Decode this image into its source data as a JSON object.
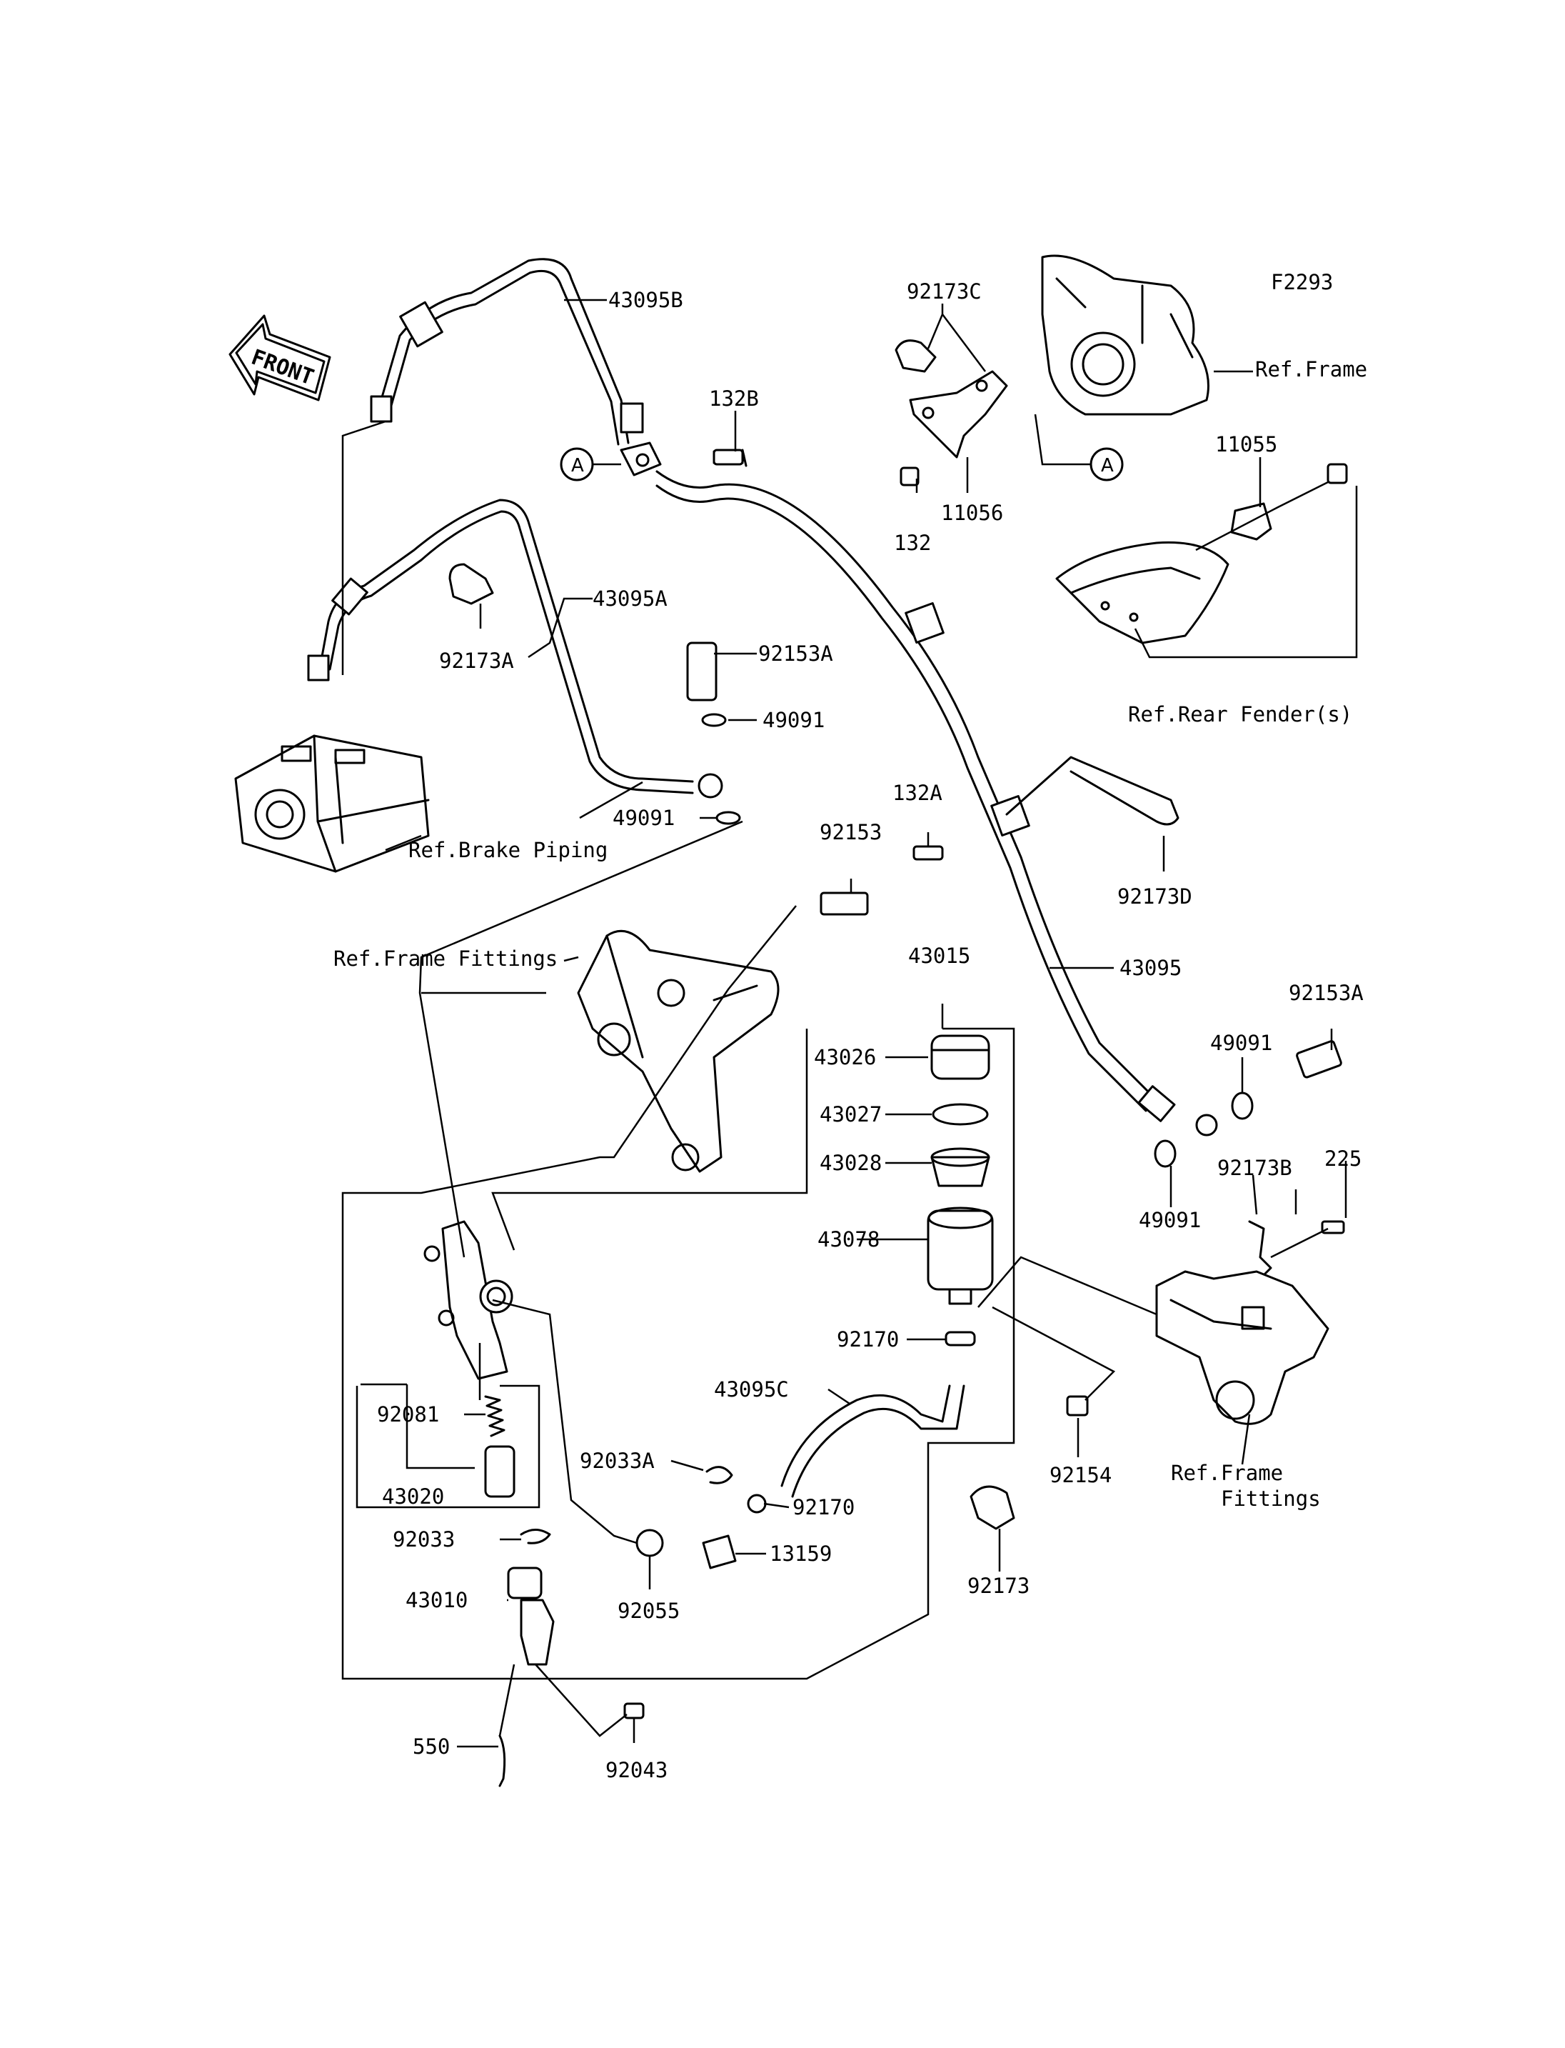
{
  "diagram_id": "F2293",
  "front_label": "FRONT",
  "callout_letter": "A",
  "labels": {
    "p43095B": "43095B",
    "p132B": "132B",
    "p92173C": "92173C",
    "p132": "132",
    "p11056": "11056",
    "p11055": "11055",
    "ref_frame": "Ref.Frame",
    "p43095A": "43095A",
    "p92173A": "92173A",
    "p92153A_top": "92153A",
    "p49091_a": "49091",
    "p49091_b": "49091",
    "ref_rear_fender": "Ref.Rear Fender(s)",
    "ref_brake_piping": "Ref.Brake Piping",
    "p132A": "132A",
    "p92153": "92153",
    "p92173D": "92173D",
    "ref_frame_fittings_left": "Ref.Frame Fittings",
    "p43015": "43015",
    "p43095": "43095",
    "p92153A_right": "92153A",
    "p49091_c": "49091",
    "p43026": "43026",
    "p43027": "43027",
    "p43028": "43028",
    "p49091_d": "49091",
    "p92173B": "92173B",
    "p225": "225",
    "p43078": "43078",
    "p92170_a": "92170",
    "p43095C": "43095C",
    "p92081": "92081",
    "p92154": "92154",
    "ref_frame_fittings_right_1": "Ref.Frame",
    "ref_frame_fittings_right_2": "Fittings",
    "p92033A": "92033A",
    "p92170_b": "92170",
    "p43020": "43020",
    "p92173": "92173",
    "p92033": "92033",
    "p13159": "13159",
    "p43010": "43010",
    "p92055": "92055",
    "p550": "550",
    "p92043": "92043"
  }
}
